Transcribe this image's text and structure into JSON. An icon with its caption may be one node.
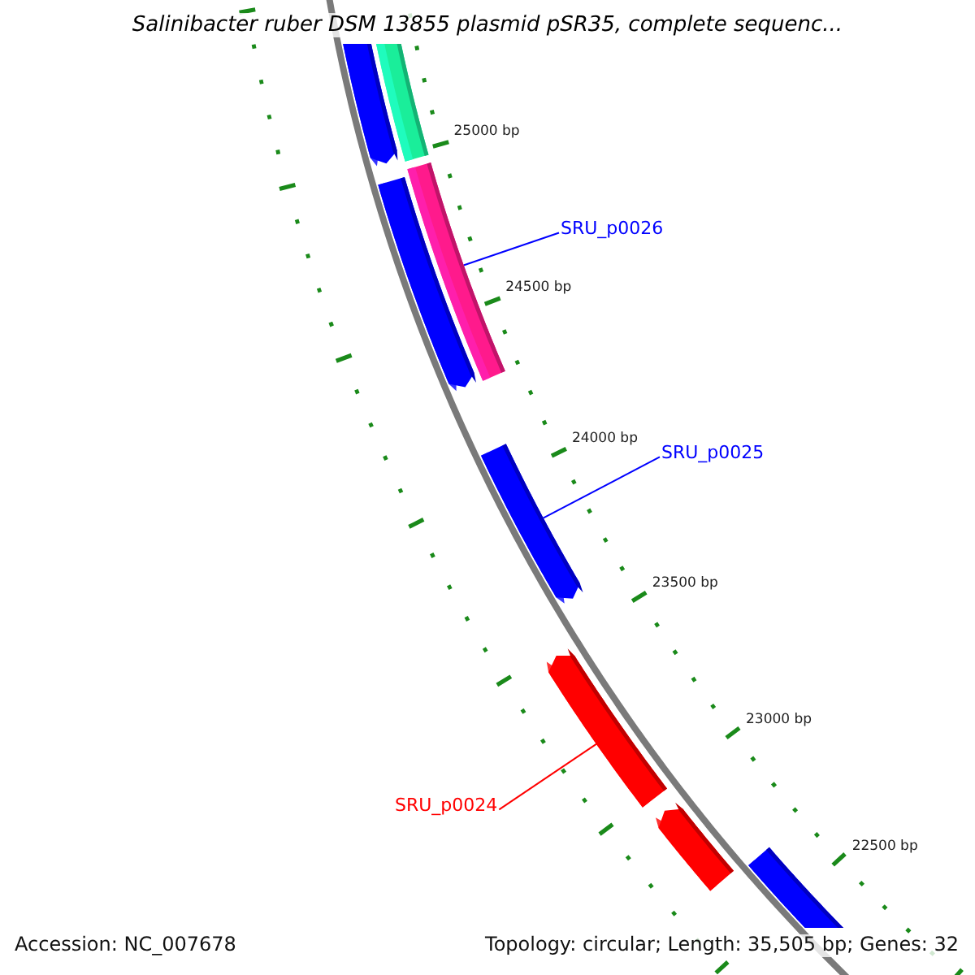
{
  "diagram": {
    "title": "Salinibacter ruber DSM 13855 plasmid pSR35, complete sequenc...",
    "nodes": [
      {
        "text": [],
        "shape": "bar"
      },
      {
        "text": [],
        "shape": "bar"
      },
      {
        "text": [],
        "shape": "bar"
      },
      {
        "text": [],
        "shape": "bar"
      },
      {
        "text": [
          "SRU_p0026"
        ]
      },
      {
        "text": [],
        "shape": "bar"
      },
      {
        "text": [
          "SRU_p0025"
        ]
      },
      {
        "text": [],
        "shape": "bar"
      },
      {
        "text": [
          "SRU_p0024"
        ]
      },
      {
        "text": [],
        "shape": "bar"
      },
      {
        "text": [],
        "shape": "bar"
      }
    ],
    "edges": [
      {
        "from": 4,
        "to": 3,
        "arrow": "none",
        "color": "#0000ff"
      },
      {
        "from": 6,
        "to": 5,
        "arrow": "none",
        "color": "#0000ff"
      },
      {
        "from": 8,
        "to": 7,
        "arrow": "none",
        "color": "#ff0000"
      }
    ],
    "labels": [
      "25000 bp",
      "24500 bp",
      "24000 bp",
      "23500 bp",
      "23000 bp",
      "22500 bp",
      "Accession: NC_007678",
      "Topology: circular; Length: 35,505 bp; Genes: 32"
    ]
  }
}
